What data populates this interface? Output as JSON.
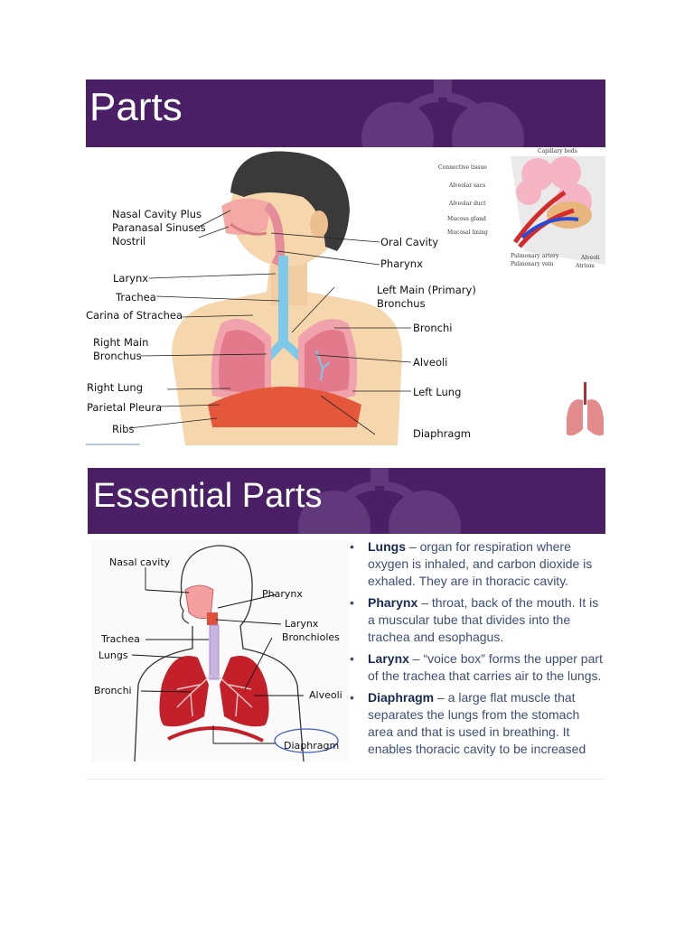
{
  "slide1": {
    "title": "Parts",
    "labels_left": [
      "Nasal Cavity Plus",
      "Paranasal Sinuses",
      "Nostril",
      "Larynx",
      "Trachea",
      "Carina  of Strachea",
      "Right Main",
      "Bronchus",
      "Right Lung",
      "Parietal Pleura",
      "Ribs"
    ],
    "labels_right": [
      "Oral Cavity",
      "Pharynx",
      "Left Main (Primary)",
      "Bronchus",
      "Bronchi",
      "Alveoli",
      "Left Lung",
      "Diaphragm"
    ],
    "alveoli_inset": [
      "Capillary beds",
      "Connective tissue",
      "Alveolar sacs",
      "Alveolar duct",
      "Mucous gland",
      "Mucosal lining",
      "Pulmonary artery",
      "Pulmonary vein",
      "Alveoli",
      "Atrium"
    ]
  },
  "slide2": {
    "title": "Essential Parts",
    "diagram_labels": [
      "Nasal cavity",
      "Pharynx",
      "Larynx",
      "Bronchioles",
      "Trachea",
      "Lungs",
      "Bronchi",
      "Alveoli",
      "Diaphragm"
    ],
    "bullets": [
      {
        "term": "Lungs",
        "text": " – organ for respiration where oxygen is inhaled, and carbon dioxide is exhaled. They are in thoracic cavity."
      },
      {
        "term": "Pharynx",
        "text": " – throat, back of the mouth. It is a muscular tube that divides into the trachea and esophagus."
      },
      {
        "term": "Larynx",
        "text": " – “voice box” forms the upper part of the trachea that carries air to the lungs."
      },
      {
        "term": "Diaphragm",
        "text": " – a large flat muscle that separates the lungs from the stomach area and that is used in breathing. It enables thoracic cavity to be increased"
      }
    ]
  },
  "colors": {
    "banner": "#4b1f66",
    "bullet_text": "#3c4e78",
    "bullet_term": "#162a52"
  }
}
